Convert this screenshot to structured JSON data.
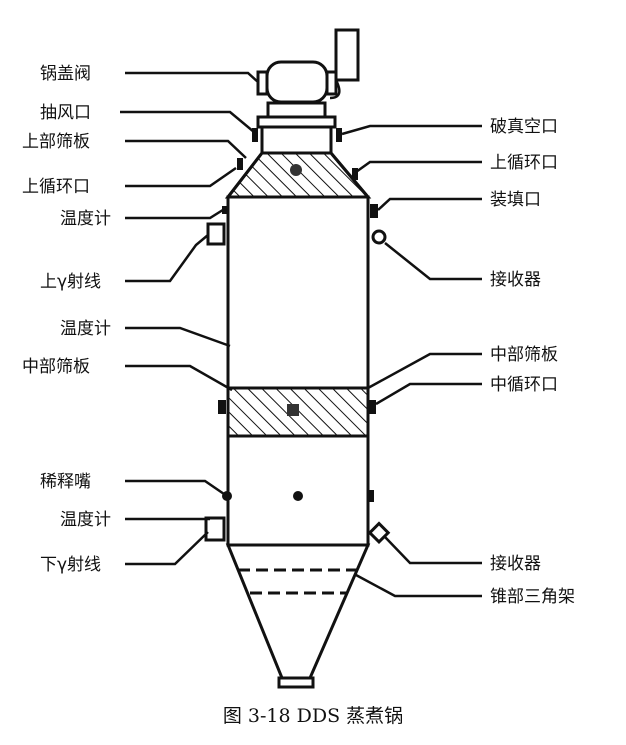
{
  "labels_left": {
    "lid_valve": "锅盖阀",
    "suction_port": "抽风口",
    "upper_sieve": "上部筛板",
    "upper_circ": "上循环口",
    "thermometer_1": "温度计",
    "upper_gamma": "上γ射线",
    "thermometer_2": "温度计",
    "middle_sieve": "中部筛板",
    "dilution_nozzle": "稀释嘴",
    "thermometer_3": "温度计",
    "lower_gamma": "下γ射线"
  },
  "labels_right": {
    "vacuum_break": "破真空口",
    "upper_circ": "上循环口",
    "filling_port": "装填口",
    "receiver_1": "接收器",
    "middle_sieve": "中部筛板",
    "middle_circ": "中循环口",
    "receiver_2": "接收器",
    "cone_tripod": "锥部三角架"
  },
  "caption": "图 3-18 DDS 蒸煮锅"
}
